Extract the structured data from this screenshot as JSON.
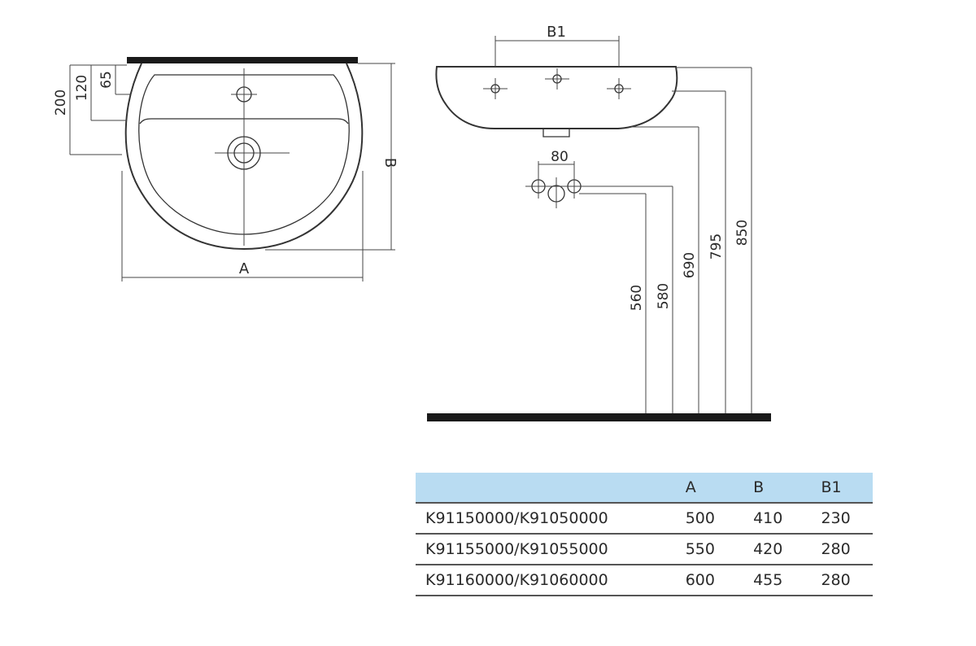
{
  "top_view": {
    "dim_200": "200",
    "dim_120": "120",
    "dim_65": "65",
    "label_a": "A",
    "label_b": "B"
  },
  "side_view": {
    "label_b1": "B1",
    "dim_80": "80",
    "dim_560": "560",
    "dim_580": "580",
    "dim_690": "690",
    "dim_795": "795",
    "dim_850": "850"
  },
  "table": {
    "headers": [
      "",
      "A",
      "B",
      "B1"
    ],
    "rows": [
      [
        "K91150000/K91050000",
        "500",
        "410",
        "230"
      ],
      [
        "K91155000/K91055000",
        "550",
        "420",
        "280"
      ],
      [
        "K91160000/K91060000",
        "600",
        "455",
        "280"
      ]
    ]
  }
}
